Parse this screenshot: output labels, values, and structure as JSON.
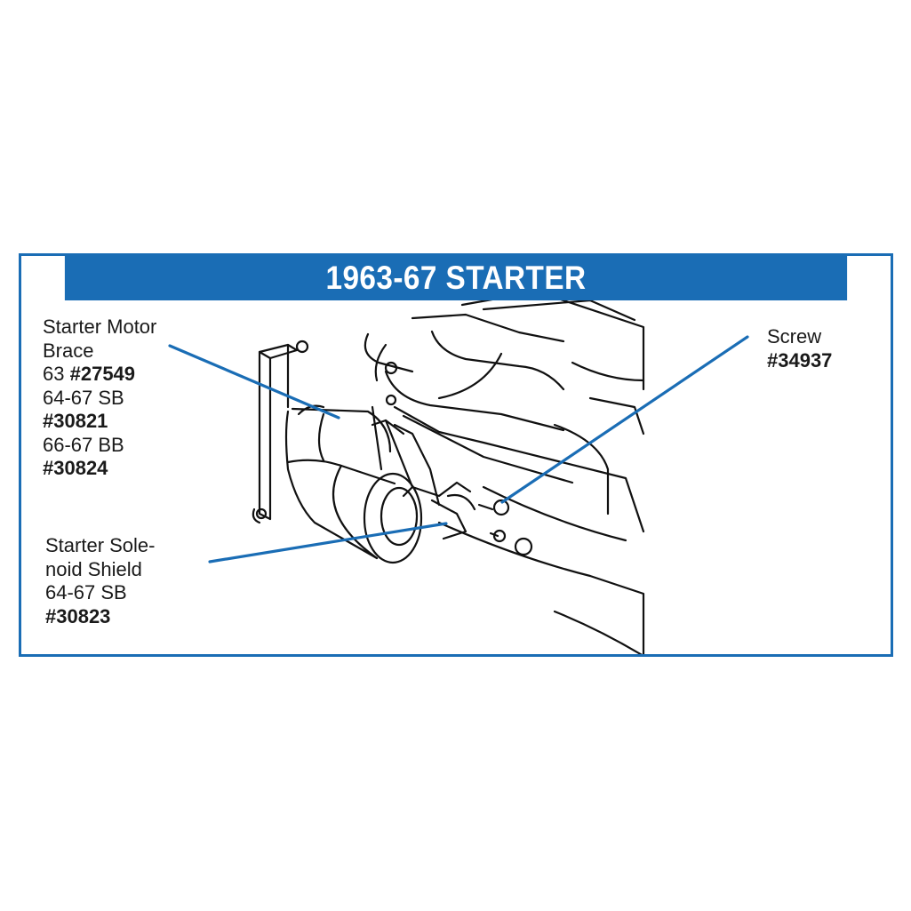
{
  "title": "1963-67 STARTER",
  "colors": {
    "accent": "#1a6db5",
    "line_art": "#111111",
    "text": "#1a1a1a"
  },
  "callouts": {
    "brace": {
      "name_line1": "Starter Motor",
      "name_line2": "Brace",
      "year1": "63",
      "part1": "#27549",
      "year2": "64-67 SB",
      "part2": "#30821",
      "year3": "66-67 BB",
      "part3": "#30824"
    },
    "solenoid": {
      "name_line1": "Starter Sole-",
      "name_line2": "noid Shield",
      "year1": "64-67 SB",
      "part1": "#30823"
    },
    "screw": {
      "name": "Screw",
      "part": "#34937"
    }
  }
}
